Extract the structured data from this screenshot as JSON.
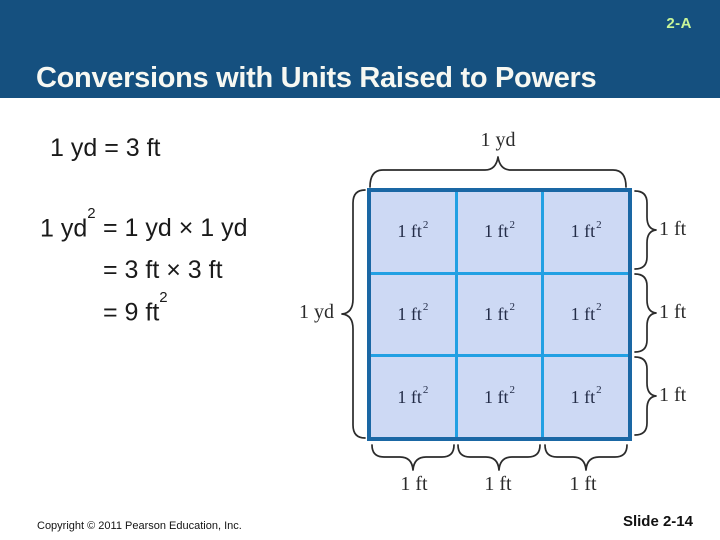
{
  "header": {
    "tag": "2-A",
    "title": "Conversions with Units Raised to Powers"
  },
  "equations": {
    "line1": "1 yd = 3 ft",
    "line2": {
      "base": "1 yd",
      "sup": "2",
      "rest": "= 1 yd × 1 yd"
    },
    "line3": "= 3 ft × 3 ft",
    "line4": {
      "base": "= 9 ft",
      "sup": "2"
    }
  },
  "diagram": {
    "top_label": "1 yd",
    "left_label": "1 yd",
    "right_labels": [
      "1 ft",
      "1 ft",
      "1 ft"
    ],
    "bottom_labels": [
      "1 ft",
      "1 ft",
      "1 ft"
    ],
    "cells": [
      {
        "base": "1 ft",
        "sup": "2"
      },
      {
        "base": "1 ft",
        "sup": "2"
      },
      {
        "base": "1 ft",
        "sup": "2"
      },
      {
        "base": "1 ft",
        "sup": "2"
      },
      {
        "base": "1 ft",
        "sup": "2"
      },
      {
        "base": "1 ft",
        "sup": "2"
      },
      {
        "base": "1 ft",
        "sup": "2"
      },
      {
        "base": "1 ft",
        "sup": "2"
      },
      {
        "base": "1 ft",
        "sup": "2"
      }
    ]
  },
  "footer": {
    "copyright": "Copyright © 2011 Pearson Education, Inc.",
    "slide_number": "Slide 2-14"
  },
  "colors": {
    "header_bg": "#15507F",
    "tag_text": "#C9F598",
    "title_text": "#F7F8F2",
    "grid_fill": "#CDD9F4",
    "grid_inner_line": "#22A0E3",
    "grid_border": "#1A67A4",
    "cell_text": "#232C47",
    "body_text": "#1A1A1A"
  }
}
